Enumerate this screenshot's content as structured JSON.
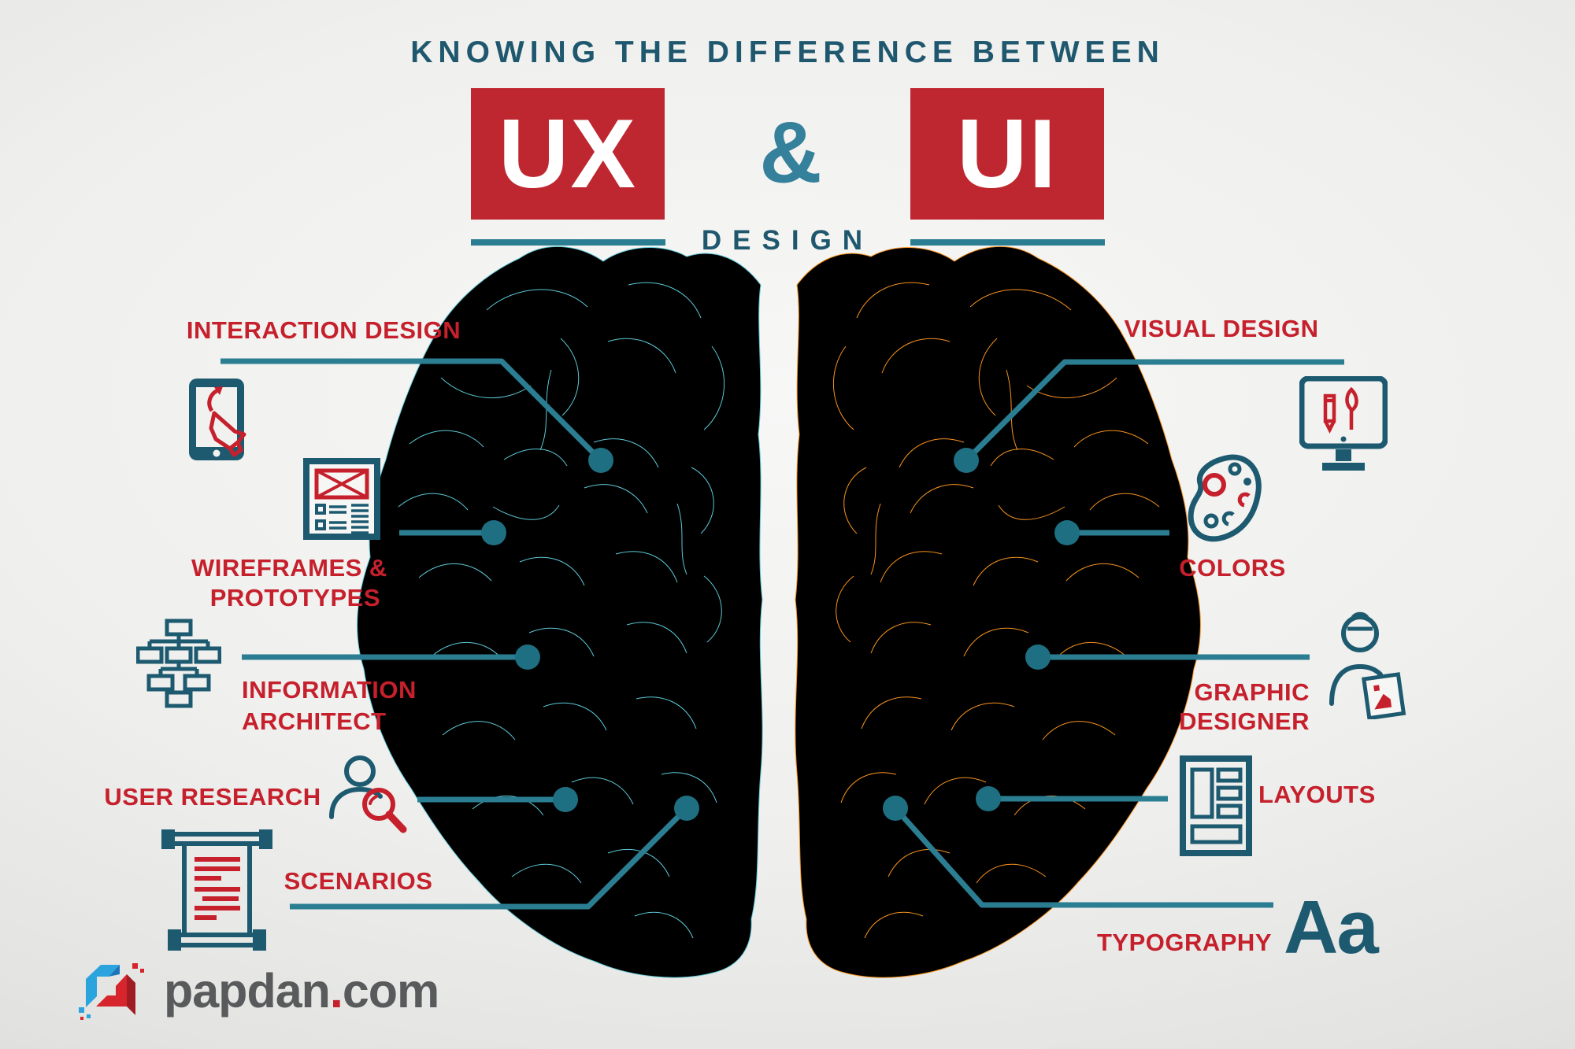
{
  "header": {
    "kicker": "KNOWING THE DIFFERENCE BETWEEN",
    "ux_badge": "UX",
    "ampersand": "&",
    "ui_badge": "UI",
    "design_word": "DESIGN"
  },
  "ux_side": {
    "labels": {
      "interaction_design": "INTERACTION DESIGN",
      "wireframes_line1": "WIREFRAMES &",
      "wireframes_line2": "PROTOTYPES",
      "information_line1": "INFORMATION",
      "information_line2": "ARCHITECT",
      "user_research": "USER RESEARCH",
      "scenarios": "SCENARIOS"
    },
    "icons": [
      "tap-gesture-icon",
      "wireframe-page-icon",
      "sitemap-icon",
      "user-research-icon",
      "scenario-scroll-icon"
    ]
  },
  "ui_side": {
    "labels": {
      "visual_design": "VISUAL DESIGN",
      "colors": "COLORS",
      "graphic_line1": "GRAPHIC",
      "graphic_line2": "DESIGNER",
      "layouts": "LAYOUTS",
      "typography": "TYPOGRAPHY",
      "type_sample": "Aa"
    },
    "icons": [
      "design-monitor-icon",
      "color-palette-icon",
      "graphic-designer-icon",
      "layout-grid-icon",
      "typography-sample"
    ]
  },
  "footer": {
    "logo_name": "papdan",
    "logo_dot": ".",
    "logo_tld": "com"
  },
  "colors": {
    "badge_red": "#bf2730",
    "label_red": "#c5202c",
    "heading_teal": "#1f586e",
    "ampersand_teal": "#35809a",
    "line_teal": "#2b7e92",
    "dot_teal": "#1e6f82",
    "icon_teal": "#1d5a70",
    "brain_ux_teal": "#5cc8d6",
    "brain_ui_orange": "#f6921e",
    "logo_text_gray": "#595a5c",
    "logo_blue": "#2ba3dc",
    "logo_red": "#d6252c"
  }
}
